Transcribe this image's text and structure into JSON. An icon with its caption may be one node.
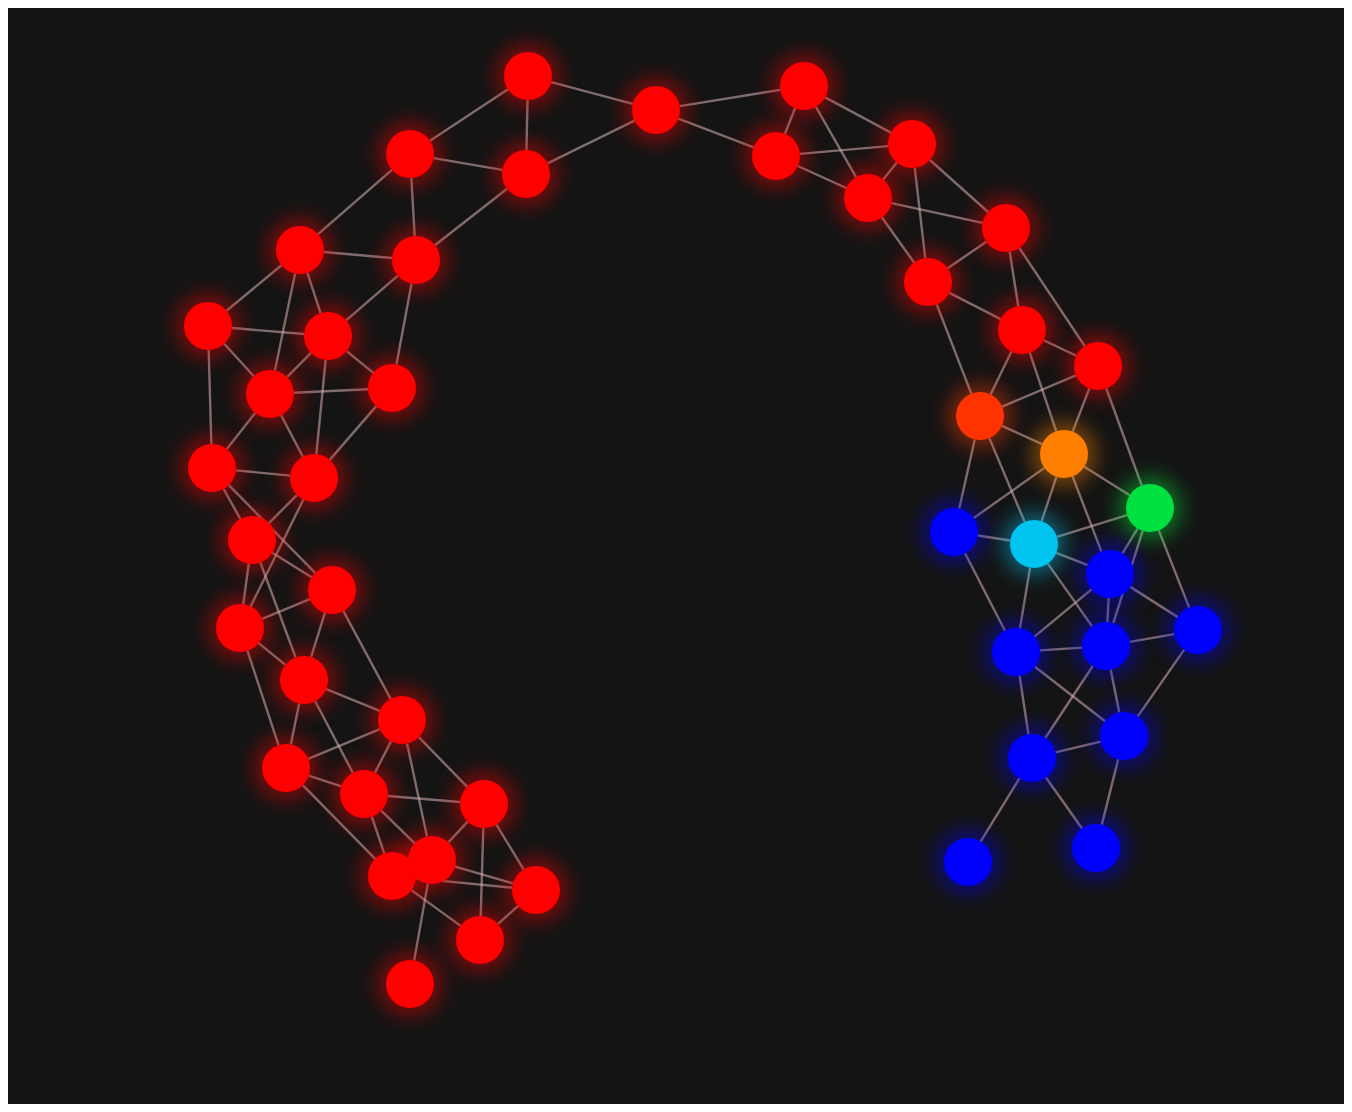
{
  "diagram": {
    "nodes": [
      {
        "text": [],
        "shape": "circle"
      },
      {
        "text": [],
        "shape": "circle"
      },
      {
        "text": [],
        "shape": "circle"
      },
      {
        "text": [],
        "shape": "circle"
      },
      {
        "text": [],
        "shape": "circle"
      },
      {
        "text": [],
        "shape": "circle"
      },
      {
        "text": [],
        "shape": "circle"
      },
      {
        "text": [],
        "shape": "circle"
      },
      {
        "text": [],
        "shape": "circle"
      },
      {
        "text": [],
        "shape": "circle"
      },
      {
        "text": [],
        "shape": "circle"
      },
      {
        "text": [],
        "shape": "circle"
      },
      {
        "text": [],
        "shape": "circle"
      },
      {
        "text": [],
        "shape": "circle"
      },
      {
        "text": [],
        "shape": "circle"
      },
      {
        "text": [],
        "shape": "circle"
      },
      {
        "text": [],
        "shape": "circle"
      },
      {
        "text": [],
        "shape": "circle"
      },
      {
        "text": [],
        "shape": "circle"
      },
      {
        "text": [],
        "shape": "circle"
      },
      {
        "text": [],
        "shape": "circle"
      },
      {
        "text": [],
        "shape": "circle"
      },
      {
        "text": [],
        "shape": "circle"
      },
      {
        "text": [],
        "shape": "circle"
      },
      {
        "text": [],
        "shape": "circle"
      },
      {
        "text": [],
        "shape": "circle"
      },
      {
        "text": [],
        "shape": "circle"
      },
      {
        "text": [],
        "shape": "circle"
      },
      {
        "text": [],
        "shape": "circle"
      },
      {
        "text": [],
        "shape": "circle"
      },
      {
        "text": [],
        "shape": "circle"
      },
      {
        "text": [],
        "shape": "circle"
      },
      {
        "text": [],
        "shape": "circle"
      },
      {
        "text": [],
        "shape": "circle"
      },
      {
        "text": [],
        "shape": "circle"
      },
      {
        "text": [],
        "shape": "circle"
      },
      {
        "text": [],
        "shape": "circle"
      },
      {
        "text": [],
        "shape": "circle"
      },
      {
        "text": [],
        "shape": "circle"
      },
      {
        "text": [],
        "shape": "circle"
      },
      {
        "text": [],
        "shape": "circle"
      },
      {
        "text": [],
        "shape": "circle"
      },
      {
        "text": [],
        "shape": "circle"
      },
      {
        "text": [],
        "shape": "circle"
      },
      {
        "text": [],
        "shape": "circle"
      },
      {
        "text": [],
        "shape": "circle"
      }
    ],
    "edges": [
      {
        "from": 0,
        "to": 3,
        "arrow": "none"
      },
      {
        "from": 0,
        "to": 4,
        "arrow": "none"
      },
      {
        "from": 3,
        "to": 4,
        "arrow": "none"
      },
      {
        "from": 4,
        "to": 10,
        "arrow": "none"
      },
      {
        "from": 3,
        "to": 9,
        "arrow": "none"
      },
      {
        "from": 3,
        "to": 10,
        "arrow": "none"
      },
      {
        "from": 9,
        "to": 10,
        "arrow": "none"
      },
      {
        "from": 9,
        "to": 12,
        "arrow": "none"
      },
      {
        "from": 9,
        "to": 13,
        "arrow": "none"
      },
      {
        "from": 9,
        "to": 15,
        "arrow": "none"
      },
      {
        "from": 10,
        "to": 13,
        "arrow": "none"
      },
      {
        "from": 10,
        "to": 16,
        "arrow": "none"
      },
      {
        "from": 12,
        "to": 13,
        "arrow": "none"
      },
      {
        "from": 12,
        "to": 15,
        "arrow": "none"
      },
      {
        "from": 13,
        "to": 15,
        "arrow": "none"
      },
      {
        "from": 13,
        "to": 16,
        "arrow": "none"
      },
      {
        "from": 15,
        "to": 16,
        "arrow": "none"
      },
      {
        "from": 12,
        "to": 20,
        "arrow": "none"
      },
      {
        "from": 13,
        "to": 21,
        "arrow": "none"
      },
      {
        "from": 15,
        "to": 20,
        "arrow": "none"
      },
      {
        "from": 15,
        "to": 21,
        "arrow": "none"
      },
      {
        "from": 16,
        "to": 21,
        "arrow": "none"
      },
      {
        "from": 20,
        "to": 21,
        "arrow": "none"
      },
      {
        "from": 20,
        "to": 25,
        "arrow": "none"
      },
      {
        "from": 20,
        "to": 26,
        "arrow": "none"
      },
      {
        "from": 21,
        "to": 25,
        "arrow": "none"
      },
      {
        "from": 21,
        "to": 28,
        "arrow": "none"
      },
      {
        "from": 25,
        "to": 26,
        "arrow": "none"
      },
      {
        "from": 25,
        "to": 28,
        "arrow": "none"
      },
      {
        "from": 25,
        "to": 32,
        "arrow": "none"
      },
      {
        "from": 26,
        "to": 28,
        "arrow": "none"
      },
      {
        "from": 26,
        "to": 32,
        "arrow": "none"
      },
      {
        "from": 26,
        "to": 33,
        "arrow": "none"
      },
      {
        "from": 28,
        "to": 32,
        "arrow": "none"
      },
      {
        "from": 28,
        "to": 35,
        "arrow": "none"
      },
      {
        "from": 32,
        "to": 33,
        "arrow": "none"
      },
      {
        "from": 32,
        "to": 35,
        "arrow": "none"
      },
      {
        "from": 32,
        "to": 36,
        "arrow": "none"
      },
      {
        "from": 33,
        "to": 35,
        "arrow": "none"
      },
      {
        "from": 33,
        "to": 36,
        "arrow": "none"
      },
      {
        "from": 33,
        "to": 38,
        "arrow": "none"
      },
      {
        "from": 33,
        "to": 39,
        "arrow": "none"
      },
      {
        "from": 35,
        "to": 36,
        "arrow": "none"
      },
      {
        "from": 35,
        "to": 40,
        "arrow": "none"
      },
      {
        "from": 36,
        "to": 38,
        "arrow": "none"
      },
      {
        "from": 36,
        "to": 40,
        "arrow": "none"
      },
      {
        "from": 36,
        "to": 39,
        "arrow": "none"
      },
      {
        "from": 38,
        "to": 39,
        "arrow": "none"
      },
      {
        "from": 38,
        "to": 44,
        "arrow": "none"
      },
      {
        "from": 38,
        "to": 41,
        "arrow": "none"
      },
      {
        "from": 39,
        "to": 41,
        "arrow": "none"
      },
      {
        "from": 40,
        "to": 41,
        "arrow": "none"
      },
      {
        "from": 40,
        "to": 44,
        "arrow": "none"
      },
      {
        "from": 39,
        "to": 45,
        "arrow": "none"
      },
      {
        "from": 41,
        "to": 44,
        "arrow": "none"
      },
      {
        "from": 0,
        "to": 1,
        "arrow": "none"
      },
      {
        "from": 4,
        "to": 1,
        "arrow": "none"
      },
      {
        "from": 1,
        "to": 2,
        "arrow": "none"
      },
      {
        "from": 1,
        "to": 5,
        "arrow": "none"
      },
      {
        "from": 2,
        "to": 5,
        "arrow": "none"
      },
      {
        "from": 2,
        "to": 6,
        "arrow": "none"
      },
      {
        "from": 2,
        "to": 7,
        "arrow": "none"
      },
      {
        "from": 5,
        "to": 6,
        "arrow": "none"
      },
      {
        "from": 5,
        "to": 7,
        "arrow": "none"
      },
      {
        "from": 6,
        "to": 7,
        "arrow": "none"
      },
      {
        "from": 6,
        "to": 8,
        "arrow": "none"
      },
      {
        "from": 6,
        "to": 11,
        "arrow": "none"
      },
      {
        "from": 7,
        "to": 8,
        "arrow": "none"
      },
      {
        "from": 7,
        "to": 11,
        "arrow": "none"
      },
      {
        "from": 8,
        "to": 11,
        "arrow": "none"
      },
      {
        "from": 8,
        "to": 14,
        "arrow": "none"
      },
      {
        "from": 8,
        "to": 17,
        "arrow": "none"
      },
      {
        "from": 11,
        "to": 14,
        "arrow": "none"
      },
      {
        "from": 11,
        "to": 18,
        "arrow": "none"
      },
      {
        "from": 14,
        "to": 17,
        "arrow": "none"
      },
      {
        "from": 14,
        "to": 18,
        "arrow": "none"
      },
      {
        "from": 14,
        "to": 19,
        "arrow": "none"
      },
      {
        "from": 17,
        "to": 18,
        "arrow": "none"
      },
      {
        "from": 17,
        "to": 19,
        "arrow": "none"
      },
      {
        "from": 17,
        "to": 24,
        "arrow": "none"
      },
      {
        "from": 18,
        "to": 19,
        "arrow": "none"
      },
      {
        "from": 18,
        "to": 22,
        "arrow": "none"
      },
      {
        "from": 18,
        "to": 23,
        "arrow": "none"
      },
      {
        "from": 19,
        "to": 22,
        "arrow": "none"
      },
      {
        "from": 19,
        "to": 23,
        "arrow": "none"
      },
      {
        "from": 19,
        "to": 24,
        "arrow": "none"
      },
      {
        "from": 19,
        "to": 27,
        "arrow": "none"
      },
      {
        "from": 22,
        "to": 23,
        "arrow": "none"
      },
      {
        "from": 22,
        "to": 30,
        "arrow": "none"
      },
      {
        "from": 23,
        "to": 24,
        "arrow": "none"
      },
      {
        "from": 23,
        "to": 27,
        "arrow": "none"
      },
      {
        "from": 23,
        "to": 30,
        "arrow": "none"
      },
      {
        "from": 23,
        "to": 31,
        "arrow": "none"
      },
      {
        "from": 24,
        "to": 27,
        "arrow": "none"
      },
      {
        "from": 24,
        "to": 29,
        "arrow": "none"
      },
      {
        "from": 24,
        "to": 31,
        "arrow": "none"
      },
      {
        "from": 27,
        "to": 29,
        "arrow": "none"
      },
      {
        "from": 27,
        "to": 30,
        "arrow": "none"
      },
      {
        "from": 27,
        "to": 31,
        "arrow": "none"
      },
      {
        "from": 29,
        "to": 31,
        "arrow": "none"
      },
      {
        "from": 29,
        "to": 34,
        "arrow": "none"
      },
      {
        "from": 30,
        "to": 31,
        "arrow": "none"
      },
      {
        "from": 30,
        "to": 37,
        "arrow": "none"
      },
      {
        "from": 30,
        "to": 34,
        "arrow": "none"
      },
      {
        "from": 31,
        "to": 34,
        "arrow": "none"
      },
      {
        "from": 31,
        "to": 37,
        "arrow": "none"
      },
      {
        "from": 34,
        "to": 37,
        "arrow": "none"
      },
      {
        "from": 34,
        "to": 43,
        "arrow": "none"
      },
      {
        "from": 37,
        "to": 42,
        "arrow": "none"
      },
      {
        "from": 37,
        "to": 43,
        "arrow": "none"
      }
    ]
  }
}
